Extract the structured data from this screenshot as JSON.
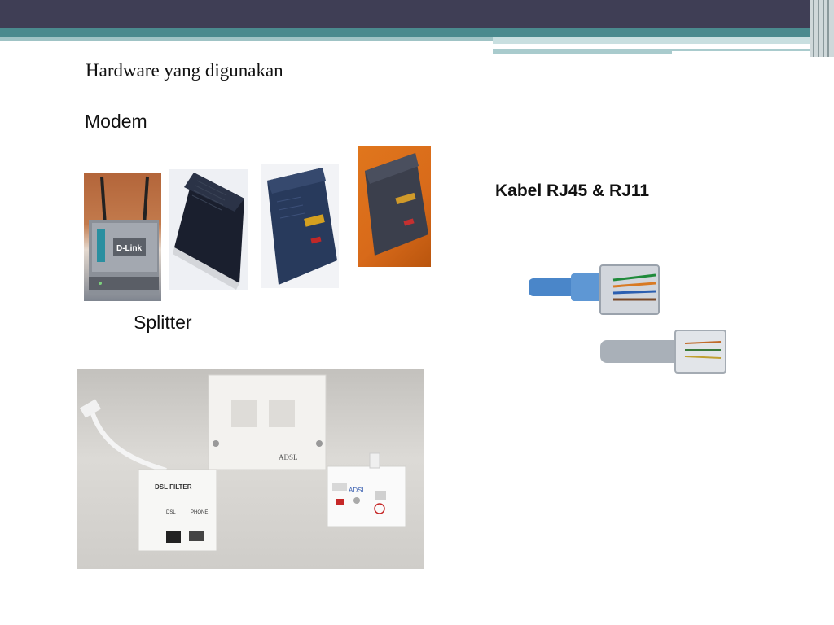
{
  "slide": {
    "title": "Hardware yang digunakan",
    "modem_label": "Modem",
    "splitter_label": "Splitter",
    "kabel_label": "Kabel RJ45 & RJ11"
  },
  "photo_text": {
    "modem_brand": "D-Link",
    "filter_title": "DSL FILTER",
    "filter_dsl": "DSL",
    "filter_phone": "PHONE",
    "adsl_box": "ADSL",
    "adsl_plate": "ADSL"
  },
  "colors": {
    "header_dark": "#3f3e55",
    "header_teal": "#4a8a8e"
  }
}
